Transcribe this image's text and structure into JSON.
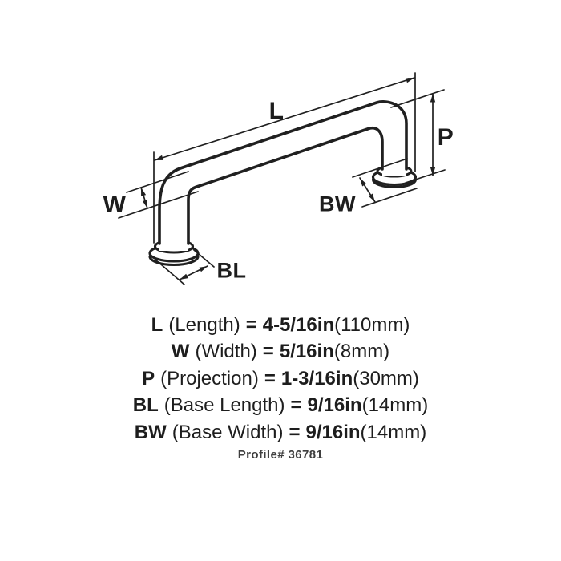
{
  "diagram": {
    "labels": {
      "length": "L",
      "width": "W",
      "projection": "P",
      "base_length": "BL",
      "base_width": "BW"
    }
  },
  "specs": [
    {
      "label": "L",
      "descriptor": "(Length)",
      "equals": "=",
      "value": "4-5/16in",
      "metric": "(110mm)"
    },
    {
      "label": "W",
      "descriptor": "(Width)",
      "equals": "=",
      "value": "5/16in",
      "metric": "(8mm)"
    },
    {
      "label": "P",
      "descriptor": "(Projection)",
      "equals": "=",
      "value": "1-3/16in",
      "metric": "(30mm)"
    },
    {
      "label": "BL",
      "descriptor": "(Base Length)",
      "equals": "=",
      "value": "9/16in",
      "metric": "(14mm)"
    },
    {
      "label": "BW",
      "descriptor": "(Base Width)",
      "equals": "=",
      "value": "9/16in",
      "metric": "(14mm)"
    }
  ],
  "footer": {
    "profile_label": "Profile# 36781"
  },
  "colors": {
    "ink": "#202020",
    "background": "#ffffff"
  }
}
